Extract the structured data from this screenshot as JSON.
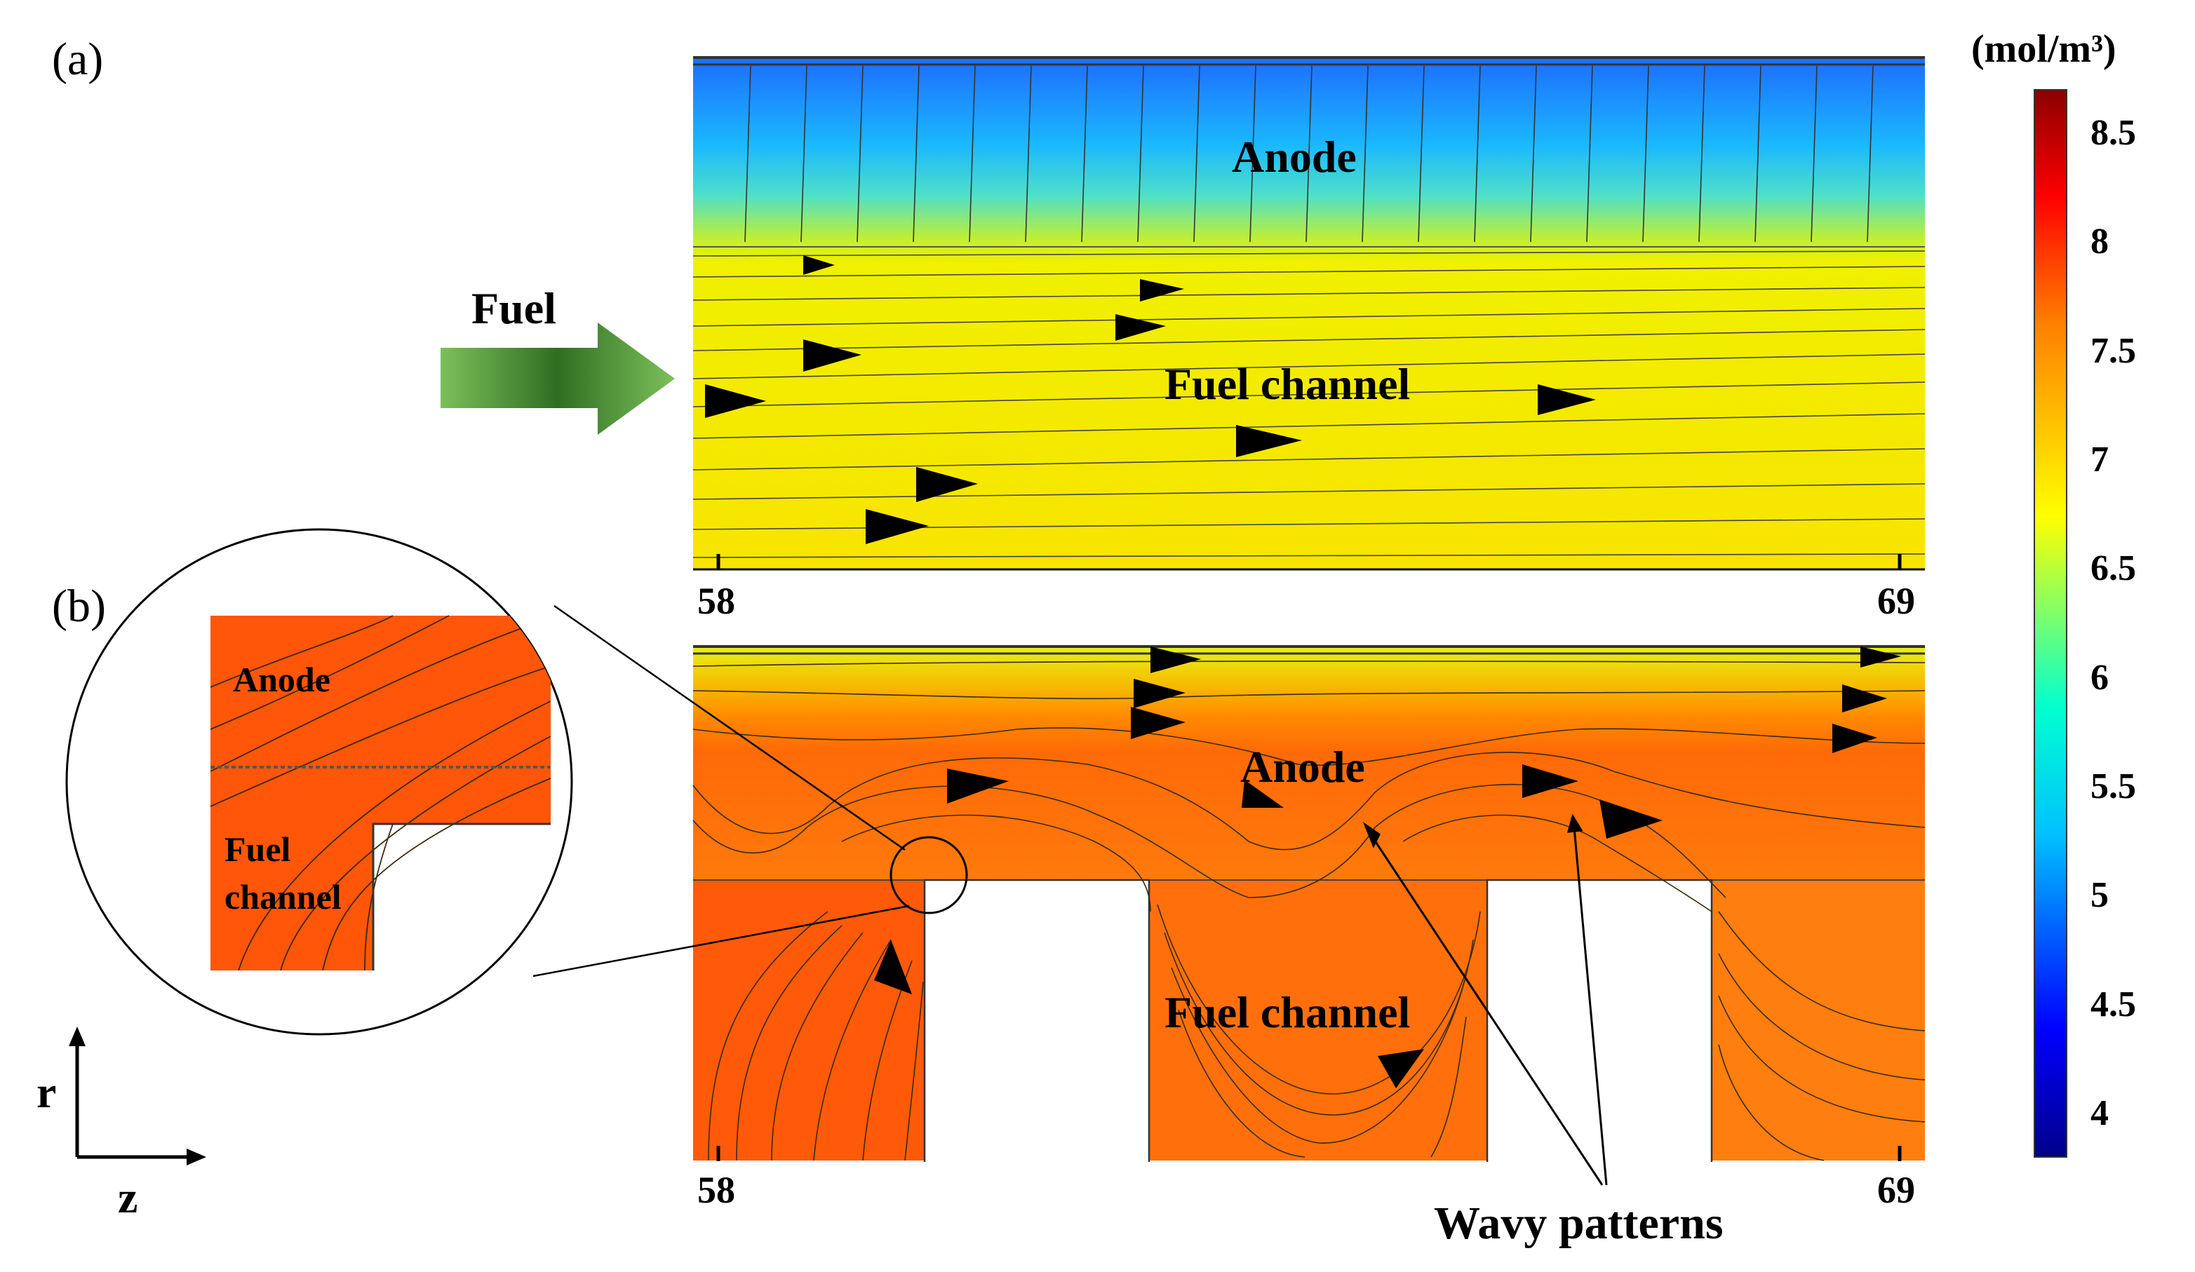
{
  "panel_a": {
    "tag": "(a)",
    "fuel_label": "Fuel",
    "anode_label": "Anode",
    "channel_label": "Fuel channel",
    "z_start": "58",
    "z_end": "69"
  },
  "panel_b": {
    "tag": "(b)",
    "anode_label": "Anode",
    "channel_label": "Fuel channel",
    "inset_anode_label": "Anode",
    "inset_channel_label_line1": "Fuel",
    "inset_channel_label_line2": "channel",
    "z_start": "58",
    "z_end": "69",
    "annotation": "Wavy patterns"
  },
  "axes": {
    "r_label": "r",
    "z_label": "z"
  },
  "colorbar": {
    "unit": "(mol/m³)",
    "ticks": [
      "8.5",
      "8",
      "7.5",
      "7",
      "6.5",
      "6",
      "5.5",
      "5",
      "4.5",
      "4"
    ],
    "min": 3.8,
    "max": 8.7,
    "colors": [
      "#00008b",
      "#0000ff",
      "#00bfff",
      "#00ffd0",
      "#ffff00",
      "#ff8000",
      "#ff0000",
      "#8b0000"
    ]
  },
  "colors": {
    "arrow_green": "#3f8a2e",
    "panel_a_anode_top": "#2a8cff",
    "panel_a_channel": "#f2f000",
    "panel_b_orange": "#ff5a0a"
  }
}
